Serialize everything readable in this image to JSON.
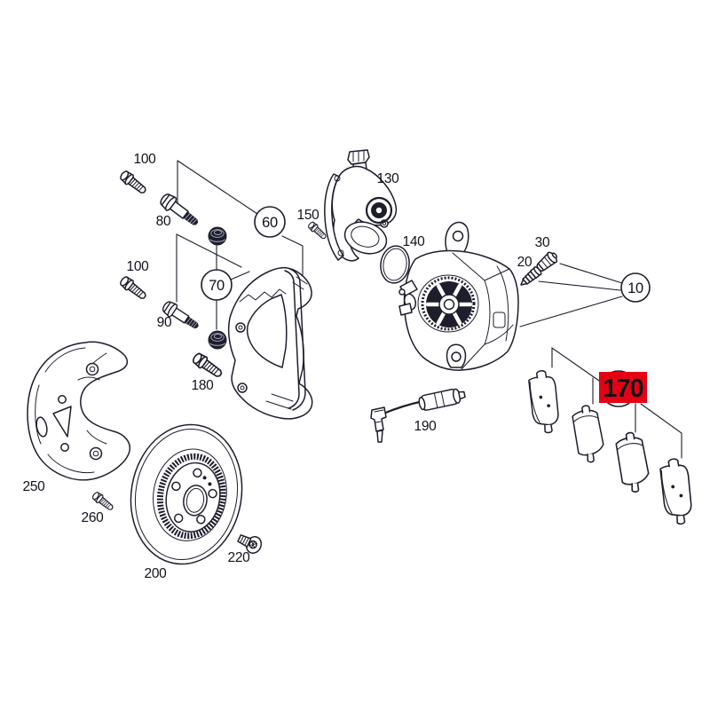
{
  "diagram": {
    "type": "exploded-parts-diagram",
    "background": "#ffffff",
    "colors": {
      "ink": "#1d1d2c",
      "label": "#10101a",
      "highlight_bg": "#e60014",
      "highlight_text": "#ffffff",
      "bg": "#ffffff"
    },
    "callouts": {
      "bolt_100_upper": "100",
      "guide_bolt_80": "80",
      "bolt_100_lower": "100",
      "guide_bolt_90": "90",
      "circled_70": "70",
      "circled_60": "60",
      "screw_150": "150",
      "motor_130": "130",
      "o_ring_140": "140",
      "bolt_180": "180",
      "sensor_190": "190",
      "bleeder_20": "20",
      "cap_30": "30",
      "circled_10": "10",
      "highlighted_170": "170",
      "shield_250": "250",
      "bolt_260": "260",
      "disc_200": "200",
      "screw_220": "220"
    }
  }
}
